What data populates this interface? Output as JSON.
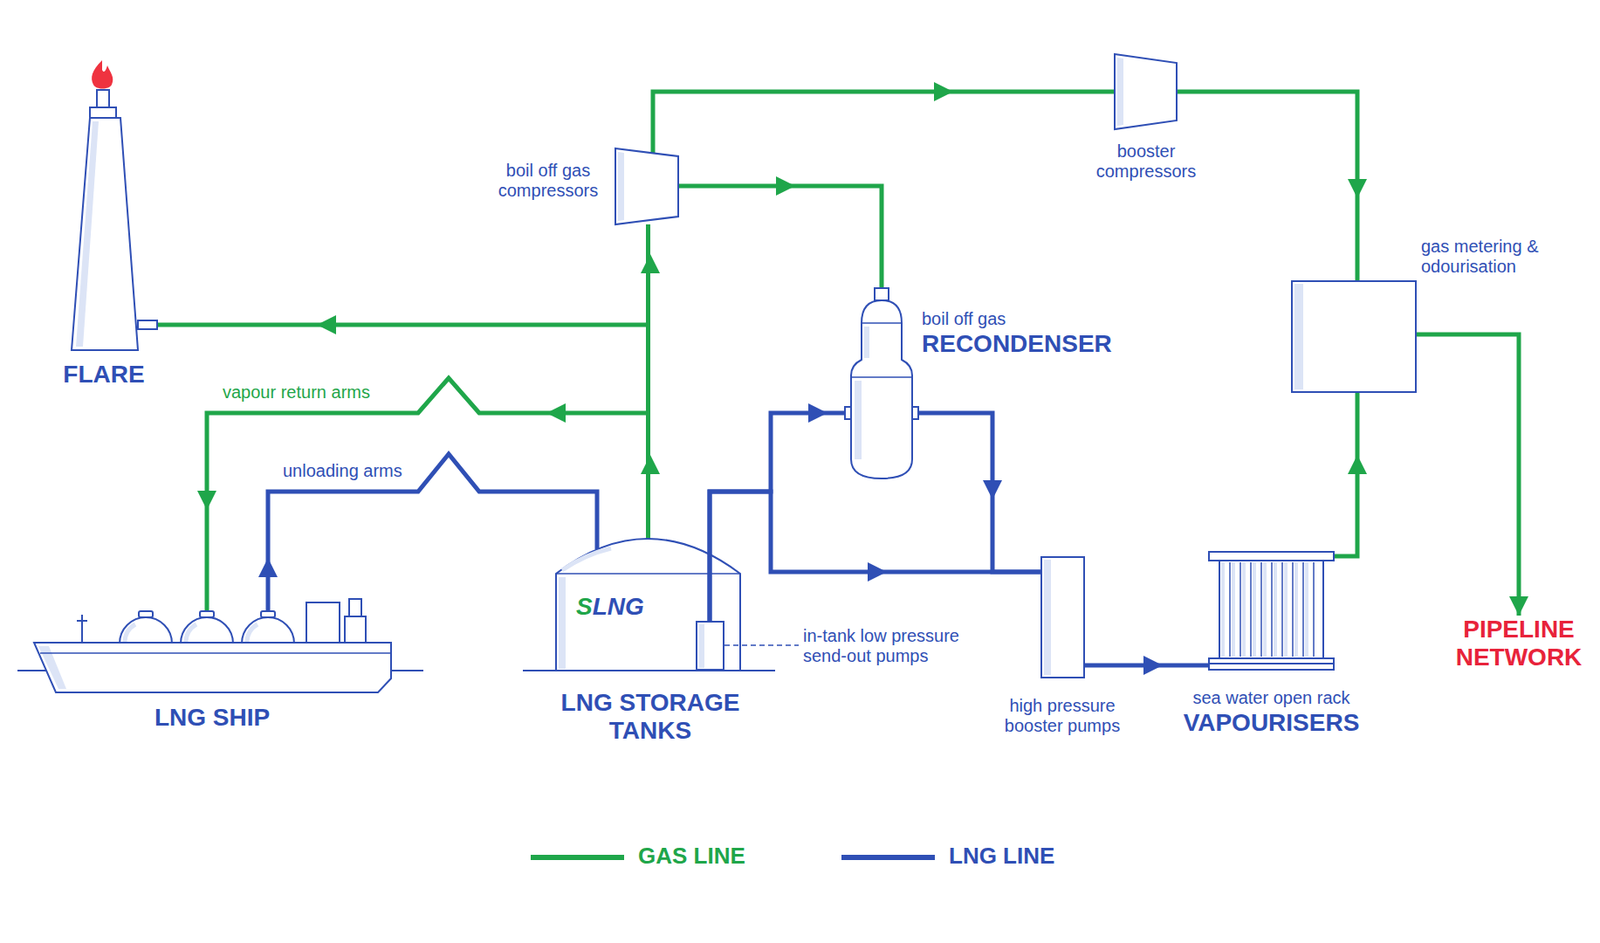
{
  "diagram": {
    "nodes": [
      {
        "text": [
          "FLARE"
        ]
      },
      {
        "text": [
          "boil off gas compressors"
        ]
      },
      {
        "text": [
          "booster compressors"
        ]
      },
      {
        "text": [
          "gas metering & odourisation"
        ]
      },
      {
        "text": [
          "boil off gas",
          "RECONDENSER"
        ]
      },
      {
        "text": [
          "LNG SHIP"
        ]
      },
      {
        "text": [
          "SLNG",
          "LNG STORAGE TANKS"
        ]
      },
      {
        "text": [
          "in-tank low pressure send-out pumps"
        ],
        "in": 6
      },
      {
        "text": [
          "high pressure booster pumps"
        ]
      },
      {
        "text": [
          "sea water open rack",
          "VAPOURISERS"
        ]
      },
      {
        "text": [
          "PIPELINE NETWORK"
        ]
      }
    ],
    "edges": [
      {
        "from": 6,
        "to": 0,
        "arrow": "to"
      },
      {
        "from": 6,
        "to": 5,
        "label": "vapour return arms",
        "arrow": "to"
      },
      {
        "from": 6,
        "to": 1,
        "arrow": "to"
      },
      {
        "from": 1,
        "to": 2,
        "arrow": "to"
      },
      {
        "from": 1,
        "to": 4,
        "arrow": "to"
      },
      {
        "from": 2,
        "to": 3,
        "arrow": "to"
      },
      {
        "from": 3,
        "to": 10,
        "arrow": "to"
      },
      {
        "from": 9,
        "to": 3,
        "arrow": "to"
      },
      {
        "from": 5,
        "to": 6,
        "label": "unloading arms",
        "arrow": "to"
      },
      {
        "from": 7,
        "to": 4,
        "arrow": "to"
      },
      {
        "from": 7,
        "to": 8,
        "arrow": "to"
      },
      {
        "from": 4,
        "to": 8,
        "arrow": "to"
      },
      {
        "from": 8,
        "to": 9,
        "arrow": "to"
      }
    ],
    "legend": [
      {
        "text": "GAS LINE",
        "color": "#1fa64a"
      },
      {
        "text": "LNG LINE",
        "color": "#2f4fb5"
      }
    ]
  }
}
